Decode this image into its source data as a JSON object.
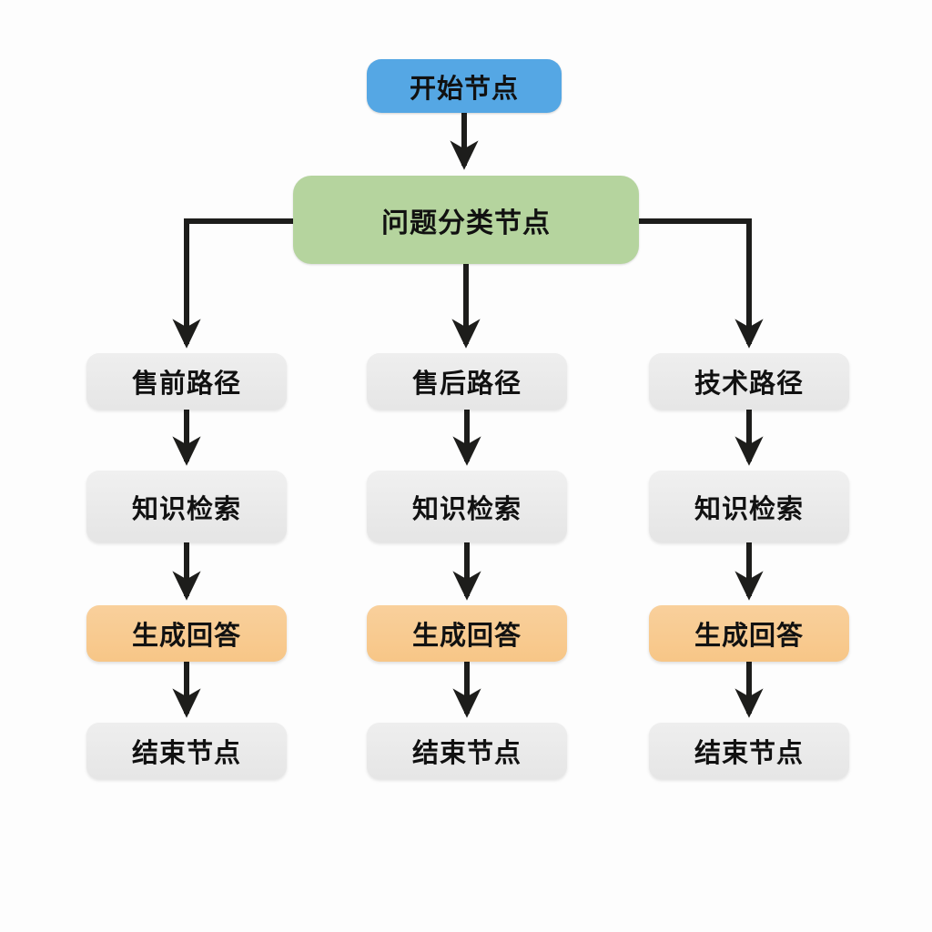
{
  "diagram": {
    "title": "workflow-flowchart",
    "start": {
      "label": "开始节点"
    },
    "classifier": {
      "label": "问题分类节点"
    },
    "columns": [
      {
        "name": "presales-path",
        "steps": {
          "path": "售前路径",
          "retrieval": "知识检索",
          "generate": "生成回答",
          "end": "结束节点"
        }
      },
      {
        "name": "aftersales-path",
        "steps": {
          "path": "售后路径",
          "retrieval": "知识检索",
          "generate": "生成回答",
          "end": "结束节点"
        }
      },
      {
        "name": "technical-path",
        "steps": {
          "path": "技术路径",
          "retrieval": "知识检索",
          "generate": "生成回答",
          "end": "结束节点"
        }
      }
    ],
    "colors": {
      "start": "#55a7e4",
      "classifier": "#b5d49e",
      "step": "#e9e9e9",
      "generate": "#f8ca90",
      "arrow": "#1d1d1b",
      "background": "#fdfdfd"
    }
  }
}
